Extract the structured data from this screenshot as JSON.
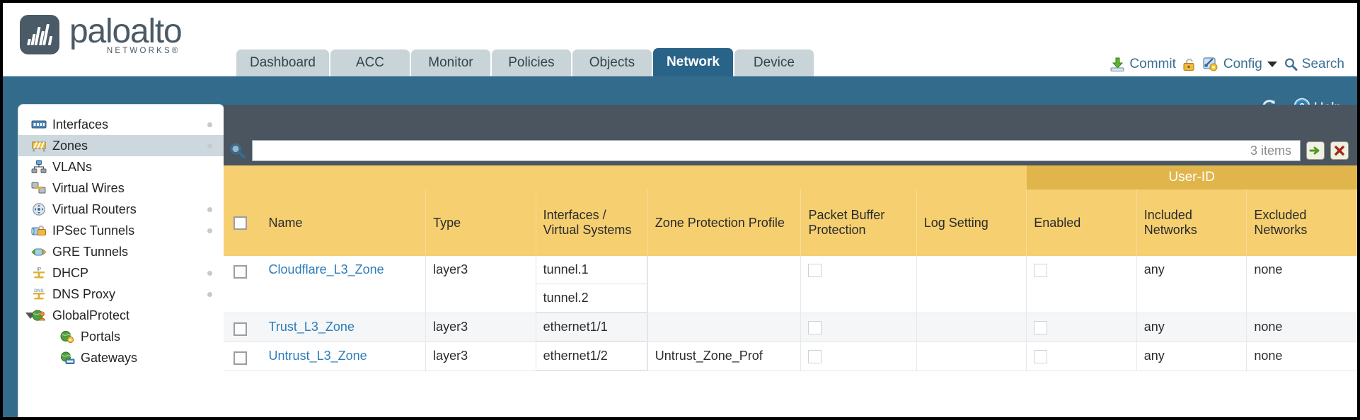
{
  "brand": {
    "name": "paloalto",
    "tagline": "NETWORKS",
    "registered": "®"
  },
  "nav": {
    "tabs": [
      {
        "label": "Dashboard",
        "active": false
      },
      {
        "label": "ACC",
        "active": false
      },
      {
        "label": "Monitor",
        "active": false
      },
      {
        "label": "Policies",
        "active": false
      },
      {
        "label": "Objects",
        "active": false
      },
      {
        "label": "Network",
        "active": true
      },
      {
        "label": "Device",
        "active": false
      }
    ]
  },
  "toolbar": {
    "commit_label": "Commit",
    "commit_icon": "commit-download-icon",
    "lock_icon": "lock-icon",
    "config_label": "Config",
    "config_icon": "config-key-icon",
    "config_caret": "chevron-down-icon",
    "search_label": "Search",
    "search_icon": "search-icon"
  },
  "band": {
    "refresh_icon": "refresh-icon",
    "help_label": "Help",
    "help_icon": "help-question-icon"
  },
  "sidebar": {
    "items": [
      {
        "label": "Interfaces",
        "icon": "interfaces-icon",
        "selected": false,
        "child": false,
        "dot": true,
        "twisty": false
      },
      {
        "label": "Zones",
        "icon": "zones-icon",
        "selected": true,
        "child": false,
        "dot": true,
        "twisty": false
      },
      {
        "label": "VLANs",
        "icon": "vlans-icon",
        "selected": false,
        "child": false,
        "dot": false,
        "twisty": false
      },
      {
        "label": "Virtual Wires",
        "icon": "virtual-wires-icon",
        "selected": false,
        "child": false,
        "dot": false,
        "twisty": false
      },
      {
        "label": "Virtual Routers",
        "icon": "virtual-routers-icon",
        "selected": false,
        "child": false,
        "dot": true,
        "twisty": false
      },
      {
        "label": "IPSec Tunnels",
        "icon": "ipsec-tunnels-icon",
        "selected": false,
        "child": false,
        "dot": true,
        "twisty": false
      },
      {
        "label": "GRE Tunnels",
        "icon": "gre-tunnels-icon",
        "selected": false,
        "child": false,
        "dot": false,
        "twisty": false
      },
      {
        "label": "DHCP",
        "icon": "dhcp-icon",
        "selected": false,
        "child": false,
        "dot": true,
        "twisty": false
      },
      {
        "label": "DNS Proxy",
        "icon": "dns-proxy-icon",
        "selected": false,
        "child": false,
        "dot": true,
        "twisty": false
      },
      {
        "label": "GlobalProtect",
        "icon": "globalprotect-icon",
        "selected": false,
        "child": false,
        "dot": false,
        "twisty": true
      },
      {
        "label": "Portals",
        "icon": "portals-icon",
        "selected": false,
        "child": true,
        "dot": false,
        "twisty": false
      },
      {
        "label": "Gateways",
        "icon": "gateways-icon",
        "selected": false,
        "child": true,
        "dot": false,
        "twisty": false
      }
    ]
  },
  "filter": {
    "icon": "search-filter-icon",
    "value": "",
    "placeholder": "",
    "item_count": "3 items",
    "apply_icon": "green-arrow-icon",
    "clear_icon": "red-x-icon"
  },
  "table": {
    "group_header": {
      "label": "User-ID",
      "span": 3
    },
    "columns": [
      "Name",
      "Type",
      "Interfaces / Virtual Systems",
      "Zone Protection Profile",
      "Packet Buffer Protection",
      "Log Setting",
      "Enabled",
      "Included Networks",
      "Excluded Networks"
    ],
    "rows": [
      {
        "selected": false,
        "name": "Cloudflare_L3_Zone",
        "type": "layer3",
        "interfaces": [
          "tunnel.1",
          "tunnel.2"
        ],
        "zone_protection_profile": "",
        "packet_buffer_protection": false,
        "log_setting": "",
        "userid_enabled": false,
        "included_networks": "any",
        "excluded_networks": "none"
      },
      {
        "selected": false,
        "name": "Trust_L3_Zone",
        "type": "layer3",
        "interfaces": [
          "ethernet1/1"
        ],
        "zone_protection_profile": "",
        "packet_buffer_protection": false,
        "log_setting": "",
        "userid_enabled": false,
        "included_networks": "any",
        "excluded_networks": "none"
      },
      {
        "selected": false,
        "name": "Untrust_L3_Zone",
        "type": "layer3",
        "interfaces": [
          "ethernet1/2"
        ],
        "zone_protection_profile": "Untrust_Zone_Prof",
        "packet_buffer_protection": false,
        "log_setting": "",
        "userid_enabled": false,
        "included_networks": "any",
        "excluded_networks": "none"
      }
    ]
  },
  "colors": {
    "brand_slate": "#4a5a66",
    "band_blue": "#336b8c",
    "tab_active": "#2a6388",
    "tab_inactive": "#c8d4d8",
    "table_header_gold": "#f5cf70",
    "group_header_gold": "#e0b54b",
    "link_blue": "#2b7bb9",
    "sidebar_selected": "#ccd8dd"
  }
}
